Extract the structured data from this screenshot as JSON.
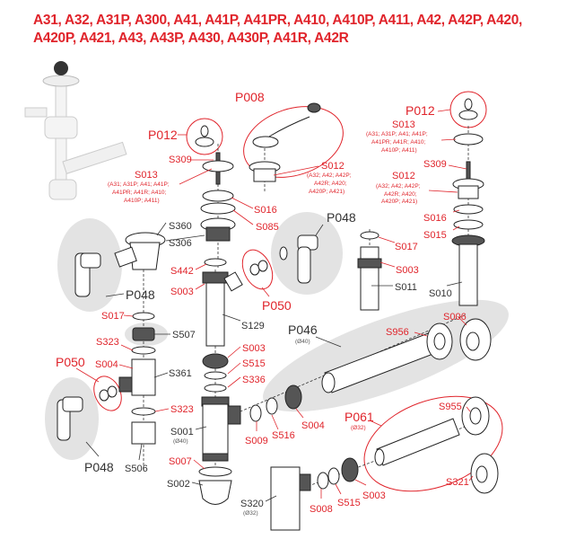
{
  "title": {
    "line1": "A31, A32, A31P, A300, A41, A41P, A41PR, A410, A410P, A411, A42, A42P, A420,",
    "line2": "A420P, A421, A43, A43P, A430, A430P, A41R, A42R"
  },
  "labels": {
    "P008": "P008",
    "P012_left": "P012",
    "S309_left": "S309",
    "S013_left": "S013",
    "S013_left_sub1": "(A31; A31P; A41; A41P;",
    "S013_left_sub2": "A41PR; A41R; A410;",
    "S013_left_sub3": "A410P; A411)",
    "S012_mid": "S012",
    "S012_mid_sub1": "(A32; A42; A42P;",
    "S012_mid_sub2": "A42R; A420;",
    "S012_mid_sub3": "A420P; A421)",
    "S016_mid": "S016",
    "S085": "S085",
    "P012_right": "P012",
    "S013_right": "S013",
    "S013_right_sub1": "(A31; A31P; A41; A41P;",
    "S013_right_sub2": "A41PR; A41R; A410;",
    "S013_right_sub3": "A410P; A411)",
    "S309_right": "S309",
    "S012_right": "S012",
    "S012_right_sub1": "(A32; A42; A42P;",
    "S012_right_sub2": "A42R; A420;",
    "S012_right_sub3": "A420P; A421)",
    "S016_right": "S016",
    "S015": "S015",
    "S017_right": "S017",
    "S003_right": "S003",
    "S011": "S011",
    "S010": "S010",
    "P048_right": "P048",
    "S360": "S360",
    "S306": "S306",
    "S442": "S442",
    "S003_a": "S003",
    "P048_left_top": "P048",
    "P050_right": "P050",
    "S129": "S129",
    "S017_left": "S017",
    "S507": "S507",
    "S323_a": "S323",
    "S003_b": "S003",
    "S515_a": "S515",
    "S336": "S336",
    "P050_left": "P050",
    "S004_a": "S004",
    "S361": "S361",
    "S323_b": "S323",
    "S001": "S001",
    "S001_sub": "(Ø40)",
    "S009": "S009",
    "S516": "S516",
    "S004_b": "S004",
    "S007": "S007",
    "S002": "S002",
    "P048_left_bottom": "P048",
    "S506": "S506",
    "S320": "S320",
    "S320_sub": "(Ø32)",
    "S008": "S008",
    "S515_b": "S515",
    "S003_c": "S003",
    "P046": "P046",
    "P046_sub": "(Ø40)",
    "S956": "S956",
    "S006": "S006",
    "P061": "P061",
    "P061_sub": "(Ø32)",
    "S955": "S955",
    "S321": "S321"
  },
  "colors": {
    "accent_red": "#e0242b",
    "part_label_black": "#333333",
    "highlight_grey": "#e3e3e3"
  }
}
